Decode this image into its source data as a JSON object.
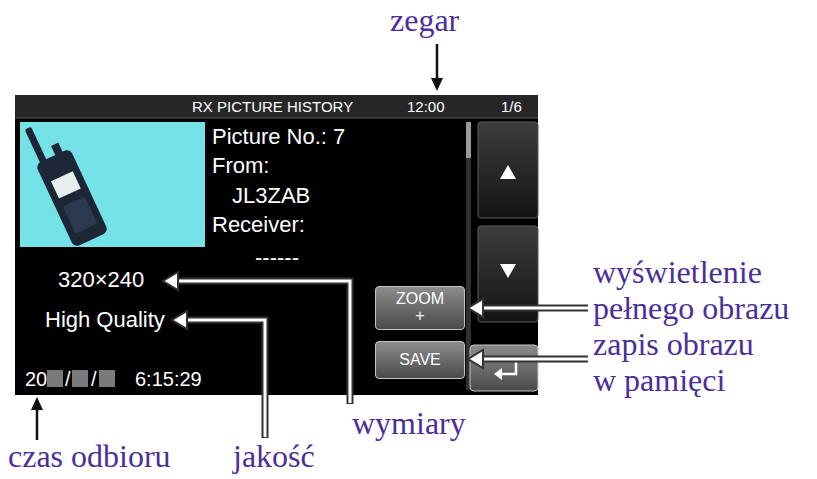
{
  "diagram": {
    "nodes": [
      {
        "text": [
          "RX PICTURE HISTORY",
          "12:00",
          "1/6",
          "Picture No.: 7",
          "From:",
          "JL3ZAB",
          "Receiver:",
          "------",
          "320×240",
          "High Quality",
          "20",
          "/",
          "/",
          "6:15:29"
        ]
      },
      {
        "text": [
          "ZOOM +"
        ],
        "in": 0
      },
      {
        "text": [
          "SAVE"
        ],
        "in": 0
      }
    ],
    "labels": [
      "zegar",
      "wyświetlenie pełnego obrazu",
      "zapis obrazu w pamięci",
      "wymiary",
      "czas odbioru",
      "jakość"
    ]
  }
}
